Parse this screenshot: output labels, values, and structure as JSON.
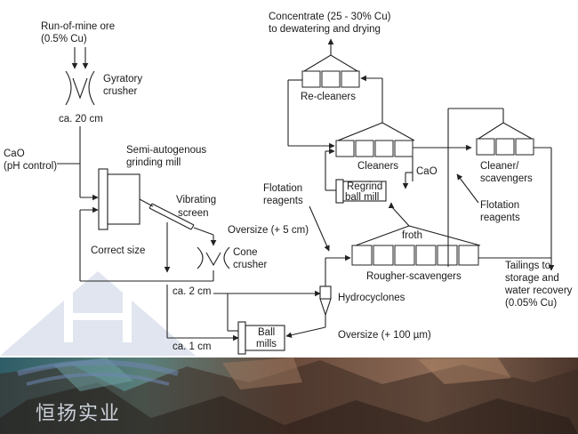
{
  "labels": {
    "run_of_mine": "Run-of-mine ore",
    "run_of_mine_grade": "(0.5% Cu)",
    "gyratory": "Gyratory",
    "crusher": "crusher",
    "ca20": "ca. 20 cm",
    "cao": "CaO",
    "ph_control": "(pH control)",
    "semi_auto": "Semi-autogenous",
    "grinding_mill": "grinding mill",
    "vibrating": "Vibrating",
    "screen": "screen",
    "oversize5": "Oversize (+ 5 cm)",
    "correct_size": "Correct size",
    "cone": "Cone",
    "cone_crusher": "crusher",
    "ca2": "ca. 2 cm",
    "ca1": "ca. 1 cm",
    "ball": "Ball",
    "mills": "mills",
    "hydrocyclones": "Hydrocyclones",
    "oversize100": "Oversize (+ 100 µm)",
    "flotation_reagents_left_1": "Flotation",
    "flotation_reagents_left_2": "reagents",
    "froth": "froth",
    "rougher": "Rougher-scavengers",
    "regrind": "Regrind",
    "ball_mill": "ball mill",
    "cao2": "CaO",
    "cleaners": "Cleaners",
    "recleaners": "Re-cleaners",
    "concentrate_1": "Concentrate (25 - 30% Cu)",
    "concentrate_2": "to dewatering and drying",
    "cleaner_scav_1": "Cleaner/",
    "cleaner_scav_2": "scavengers",
    "flotation_reagents_right_1": "Flotation",
    "flotation_reagents_right_2": "reagents",
    "tailings_1": "Tailings to",
    "tailings_2": "storage and",
    "tailings_3": "water recovery",
    "tailings_4": "(0.05% Cu)",
    "watermark_text": "恒扬实业"
  },
  "colors": {
    "line": "#222222",
    "watermark": "#5a6f99",
    "rock_dark": "#3d2a22",
    "rock_mid": "#6d4d3c",
    "rock_blue": "#3f7c86"
  }
}
